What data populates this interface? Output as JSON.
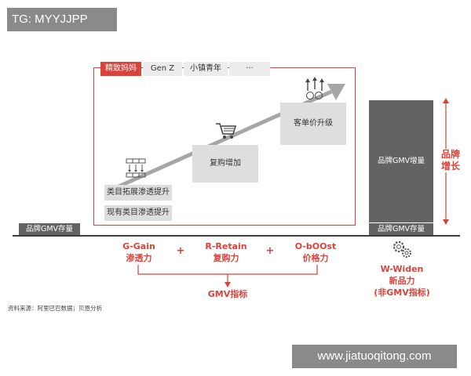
{
  "watermarks": {
    "top_left": "TG: MYYJJPP",
    "bottom_right": "www.jiatuoqitong.com"
  },
  "tabs": [
    {
      "label": "精致妈妈",
      "active": true
    },
    {
      "label": "Gen Z",
      "active": false
    },
    {
      "label": "小镇青年",
      "active": false
    },
    {
      "label": "···",
      "active": false
    }
  ],
  "steps": {
    "category_expand": "类目拓展渗透提升",
    "existing_category": "现有类目渗透提升",
    "repurchase": "复购增加",
    "aov": "客单价升级"
  },
  "base_left": "品牌GMV存量",
  "right_column": {
    "increment": "品牌GMV增量",
    "base": "品牌GMV存量",
    "brace_label_1": "品牌",
    "brace_label_2": "增长"
  },
  "formula": {
    "g": {
      "title": "G-Gain",
      "sub": "渗透力"
    },
    "r": {
      "title": "R-Retain",
      "sub": "复购力"
    },
    "o": {
      "title": "O-bOOst",
      "sub": "价格力"
    },
    "plus": "+",
    "result": "GMV指标"
  },
  "widen": {
    "title": "W-Widen",
    "sub1": "新品力",
    "sub2": "(非GMV指标)"
  },
  "source": "资料来源：阿里巴巴数据；贝恩分析",
  "colors": {
    "accent": "#d9433a",
    "dark": "#636363",
    "light": "#dedede"
  },
  "icons": [
    "grid-icon",
    "cart-icon",
    "price-up-icon",
    "gear-icon"
  ]
}
